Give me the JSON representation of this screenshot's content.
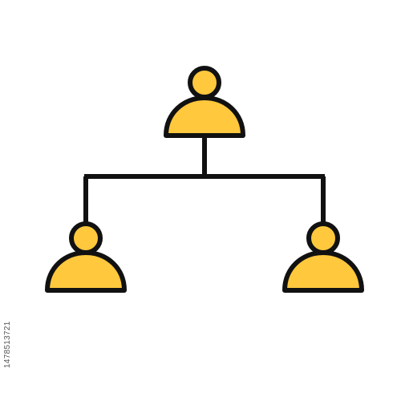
{
  "diagram": {
    "icon": "org-chart-icon",
    "nodes": [
      {
        "role": "top",
        "icon": "person-icon"
      },
      {
        "role": "bottom-left",
        "icon": "person-icon"
      },
      {
        "role": "bottom-right",
        "icon": "person-icon"
      }
    ],
    "colors": {
      "fill": "#FFC83D",
      "stroke": "#111111",
      "background": "#FFFFFF"
    }
  },
  "watermark": {
    "stock_id": "1478513721"
  }
}
